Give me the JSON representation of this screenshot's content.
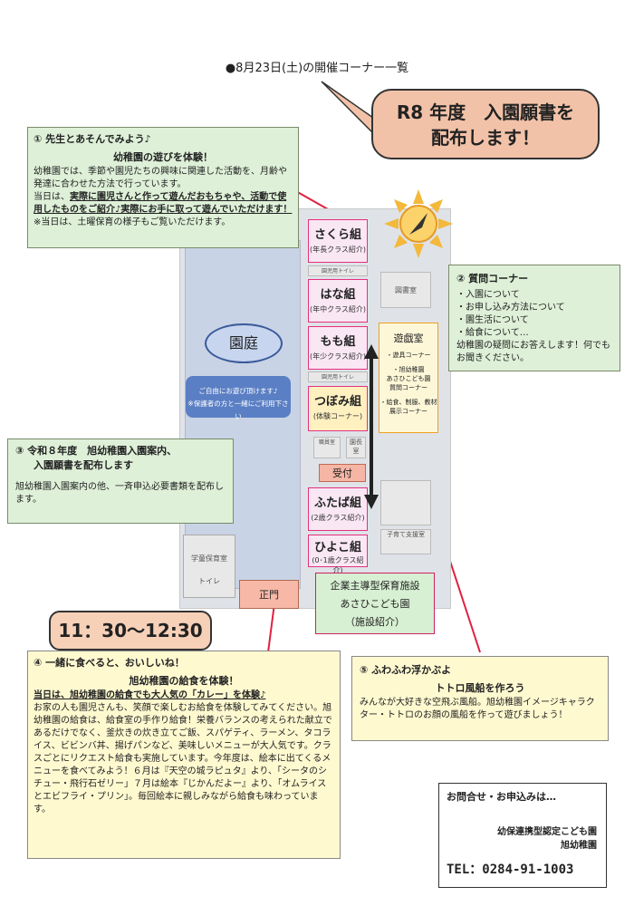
{
  "header": {
    "title": "●8月23日(土)の開催コーナー一覧"
  },
  "announcement": {
    "line1": "R8 年度　入園願書を",
    "line2": "配布します！"
  },
  "time_badge": "11：30〜12:30",
  "map": {
    "garden": "園庭",
    "garden_note": "ご自由にお遊び頂けます♪",
    "garden_note_sub": "※保護者の方と一緒にご利用下さい",
    "rooms": [
      {
        "name": "さくら組",
        "sub": "(年長クラス紹介)"
      },
      {
        "name": "はな組",
        "sub": "(年中クラス紹介)"
      },
      {
        "name": "もも組",
        "sub": "(年少クラス紹介)"
      },
      {
        "name": "つぼみ組",
        "sub": "(体験コーナー)"
      },
      {
        "name": "ふたば組",
        "sub": "(2歳クラス紹介)"
      },
      {
        "name": "ひよこ組",
        "sub": "(0･1歳クラス紹介)"
      }
    ],
    "toilet1": "園児用トイレ",
    "toilet2": "園児用トイレ",
    "library": "図書室",
    "staff": "職員室",
    "principal": "園長室",
    "support": "子育て支援室",
    "school_nursery": "学童保育室",
    "toilet3": "トイレ",
    "playroom": {
      "name": "遊戯室",
      "line1": "・遊具コーナー",
      "line2a": "・旭幼稚園",
      "line2b": "あさひこども園",
      "line2c": "質問コーナー",
      "line3a": "・給食、制服、教材",
      "line3b": "展示コーナー"
    },
    "reception": "受付",
    "gate": "正門",
    "nursery": {
      "line1": "企業主導型保育施設",
      "line2": "あさひこども園",
      "line3": "（施設紹介）"
    }
  },
  "box1": {
    "title": "① 先生とあそんでみよう♪",
    "subtitle": "幼稚園の遊びを体験！",
    "text1": "幼稚園では、季節や園児たちの興味に関連した活動を、月齢や発達に合わせた方法で行っています。",
    "text2a": "当日は、",
    "text2b": "実際に園児さんと作って遊んだおもちゃや、活動で使用したものをご紹介♪実際にお手に取って遊んでいただけます！",
    "text3": "※当日は、土曜保育の様子もご覧いただけます。"
  },
  "box2": {
    "title": "② 質問コーナー",
    "items": [
      "・入園について",
      "・お申し込み方法について",
      "・園生活について",
      "・給食について…"
    ],
    "text": "幼稚園の疑問にお答えします！何でもお聞きください。"
  },
  "box3": {
    "title1": "③ 令和８年度　旭幼稚園入園案内、",
    "title2": "入園願書を配布します",
    "text": "旭幼稚園入園案内の他、一斉申込必要書類を配布します。"
  },
  "box4": {
    "title": "④ 一緒に食べると、おいしいね！",
    "subtitle": "旭幼稚園の給食を体験！",
    "lead": "当日は、旭幼稚園の給食でも大人気の「カレー」を体験♪",
    "text": "お家の人も園児さんも、笑顔で楽しむお給食を体験してみてください。旭幼稚園の給食は、給食室の手作り給食！栄養バランスの考えられた献立であるだけでなく、釜炊きの炊き立てご飯、スパゲティ、ラーメン、タコライス、ビビンバ丼、揚げパンなど、美味しいメニューが大人気です。クラスごとにリクエスト給食も実施しています。今年度は、絵本に出てくるメニューを食べてみよう！６月は『天空の城ラピュタ』より、「シータのシチュー・飛行石ゼリー」７月は絵本『じかんだよー』より、「オムライスとエビフライ・プリン」。毎回絵本に親しみながら給食も味わっています。"
  },
  "box5": {
    "title": "⑤ ふわふわ浮かぶよ",
    "subtitle": "トトロ風船を作ろう",
    "text": "みんなが大好きな空飛ぶ風船。旭幼稚園イメージキャラクター・トトロのお顔の風船を作って遊びましょう！"
  },
  "inquiry": {
    "title": "お問合せ・お申込みは…",
    "org1": "幼保連携型認定こども園",
    "org2": "旭幼稚園",
    "tel": "TEL：0284-91-1003"
  },
  "colors": {
    "accent_red": "#e02040",
    "green_box": "#def0d8",
    "yellow_box": "#fff9d0",
    "salmon": "#f2c2a8"
  }
}
